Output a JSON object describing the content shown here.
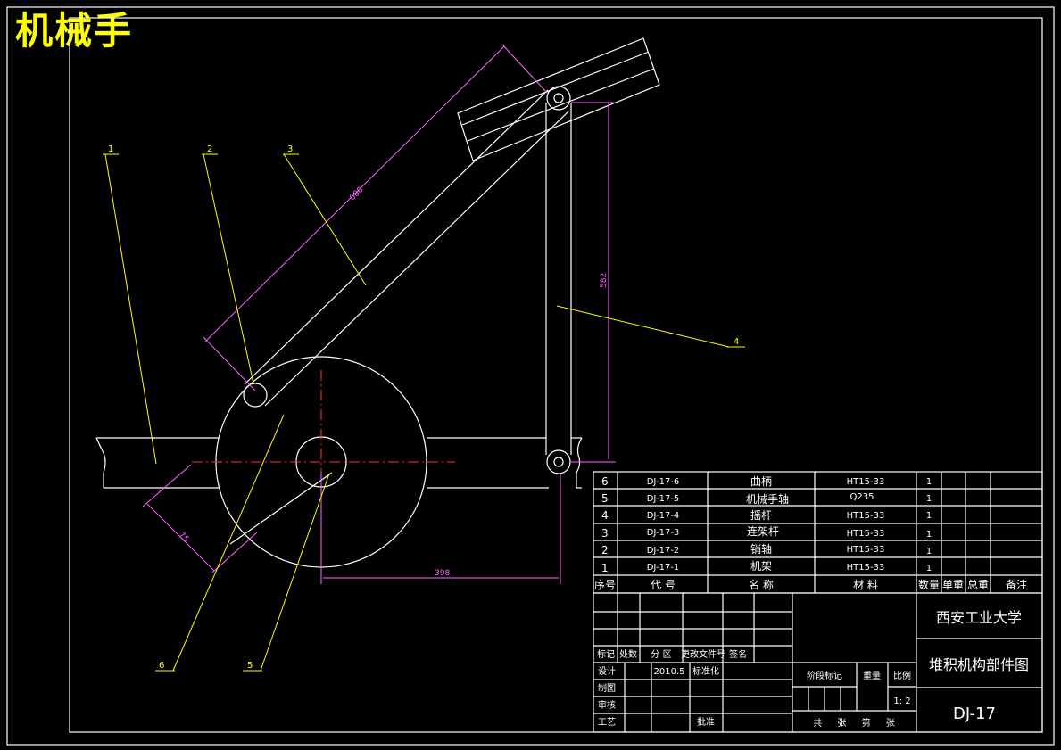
{
  "title": "机械手",
  "callouts": [
    "1",
    "2",
    "3",
    "4",
    "5",
    "6"
  ],
  "dimensions": {
    "arm_length": "680",
    "link_length": "582",
    "base_span": "398",
    "offset": "75"
  },
  "parts": [
    {
      "no": "6",
      "code": "DJ-17-6",
      "name": "曲柄",
      "material": "HT15-33",
      "qty": "1"
    },
    {
      "no": "5",
      "code": "DJ-17-5",
      "name": "机械手轴",
      "material": "Q235",
      "qty": "1"
    },
    {
      "no": "4",
      "code": "DJ-17-4",
      "name": "摇杆",
      "material": "HT15-33",
      "qty": "1"
    },
    {
      "no": "3",
      "code": "DJ-17-3",
      "name": "连架杆",
      "material": "HT15-33",
      "qty": "1"
    },
    {
      "no": "2",
      "code": "DJ-17-2",
      "name": "销轴",
      "material": "HT15-33",
      "qty": "1"
    },
    {
      "no": "1",
      "code": "DJ-17-1",
      "name": "机架",
      "material": "HT15-33",
      "qty": "1"
    }
  ],
  "header": {
    "no": "序号",
    "code": "代 号",
    "name": "名 称",
    "material": "材 料",
    "qty": "数量",
    "unit_wt": "单重",
    "total_wt": "总重",
    "remark": "备注"
  },
  "titleblock": {
    "school": "西安工业大学",
    "drawing_name": "堆积机构部件图",
    "drawing_no": "DJ-17",
    "rev_labels": [
      "标记",
      "处数",
      "分 区",
      "更改文件号",
      "签名"
    ],
    "design": "设计",
    "date": "2010.5",
    "standardize": "标准化",
    "draw": "制图",
    "review": "审核",
    "process": "工艺",
    "approve": "批准",
    "stage": "阶段标记",
    "weight": "重量",
    "scale_label": "比例",
    "scale": "1: 2",
    "sheets": "共 张 第 张"
  }
}
